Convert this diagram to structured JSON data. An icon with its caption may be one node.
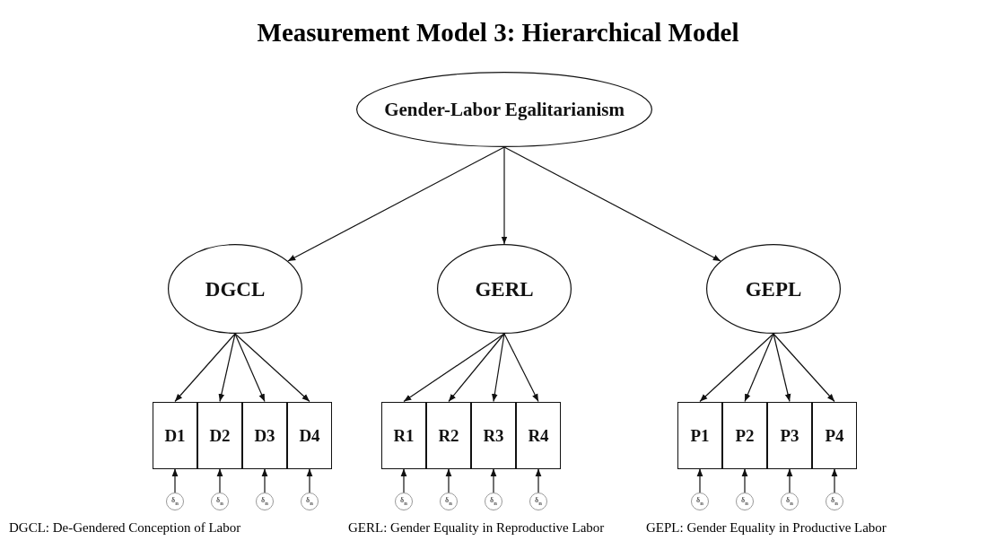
{
  "diagram": {
    "title": "Measurement Model 3: Hierarchical Model",
    "nodes": [
      {
        "text": [
          "Gender-Labor Egalitarianism"
        ]
      },
      {
        "text": [
          "DGCL"
        ]
      },
      {
        "text": [
          "GERL"
        ]
      },
      {
        "text": [
          "GEPL"
        ]
      },
      {
        "text": [
          "D1"
        ]
      },
      {
        "text": [
          "D2"
        ]
      },
      {
        "text": [
          "D3"
        ]
      },
      {
        "text": [
          "D4"
        ]
      },
      {
        "text": [
          "R1"
        ]
      },
      {
        "text": [
          "R2"
        ]
      },
      {
        "text": [
          "R3"
        ]
      },
      {
        "text": [
          "R4"
        ]
      },
      {
        "text": [
          "P1"
        ]
      },
      {
        "text": [
          "P2"
        ]
      },
      {
        "text": [
          "P3"
        ]
      },
      {
        "text": [
          "P4"
        ]
      },
      {
        "text": [
          "δ$_{n}$"
        ]
      },
      {
        "text": [
          "δ$_{n}$"
        ]
      },
      {
        "text": [
          "δ$_{n}$"
        ]
      },
      {
        "text": [
          "δ$_{n}$"
        ]
      },
      {
        "text": [
          "δ$_{n}$"
        ]
      },
      {
        "text": [
          "δ$_{n}$"
        ]
      },
      {
        "text": [
          "δ$_{n}$"
        ]
      },
      {
        "text": [
          "δ$_{n}$"
        ]
      },
      {
        "text": [
          "δ$_{n}$"
        ]
      },
      {
        "text": [
          "δ$_{n}$"
        ]
      },
      {
        "text": [
          "δ$_{n}$"
        ]
      },
      {
        "text": [
          "δ$_{n}$"
        ]
      }
    ],
    "edges": [
      {
        "from": 0,
        "to": 1,
        "arrow": "to"
      },
      {
        "from": 0,
        "to": 2,
        "arrow": "to"
      },
      {
        "from": 0,
        "to": 3,
        "arrow": "to"
      },
      {
        "from": 1,
        "to": 4,
        "arrow": "to"
      },
      {
        "from": 1,
        "to": 5,
        "arrow": "to"
      },
      {
        "from": 1,
        "to": 6,
        "arrow": "to"
      },
      {
        "from": 1,
        "to": 7,
        "arrow": "to"
      },
      {
        "from": 2,
        "to": 8,
        "arrow": "to"
      },
      {
        "from": 2,
        "to": 9,
        "arrow": "to"
      },
      {
        "from": 2,
        "to": 10,
        "arrow": "to"
      },
      {
        "from": 2,
        "to": 11,
        "arrow": "to"
      },
      {
        "from": 3,
        "to": 12,
        "arrow": "to"
      },
      {
        "from": 3,
        "to": 13,
        "arrow": "to"
      },
      {
        "from": 3,
        "to": 14,
        "arrow": "to"
      },
      {
        "from": 3,
        "to": 15,
        "arrow": "to"
      },
      {
        "from": 16,
        "to": 4,
        "arrow": "to"
      },
      {
        "from": 17,
        "to": 5,
        "arrow": "to"
      },
      {
        "from": 18,
        "to": 6,
        "arrow": "to"
      },
      {
        "from": 19,
        "to": 7,
        "arrow": "to"
      },
      {
        "from": 20,
        "to": 8,
        "arrow": "to"
      },
      {
        "from": 21,
        "to": 9,
        "arrow": "to"
      },
      {
        "from": 22,
        "to": 10,
        "arrow": "to"
      },
      {
        "from": 23,
        "to": 11,
        "arrow": "to"
      },
      {
        "from": 24,
        "to": 12,
        "arrow": "to"
      },
      {
        "from": 25,
        "to": 13,
        "arrow": "to"
      },
      {
        "from": 26,
        "to": 14,
        "arrow": "to"
      },
      {
        "from": 27,
        "to": 15,
        "arrow": "to"
      }
    ],
    "labels": [
      "DGCL: De-Gendered Conception of Labor",
      "GERL: Gender Equality in Reproductive Labor",
      "GEPL: Gender Equality in Productive Labor"
    ]
  }
}
